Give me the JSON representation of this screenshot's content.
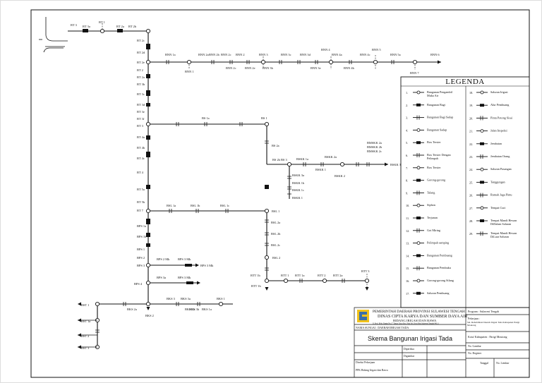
{
  "diagram": {
    "labels": {
      "bt": [
        "BT 3",
        "BT 3a",
        "BT 1",
        "BT 2a",
        "BT 2b",
        "BT 2c",
        "BT 2d",
        "BT 2e",
        "BT 2",
        "BT 2a",
        "BT 3b",
        "BT 3c",
        "BT 3d",
        "BT 3e",
        "BT 3f",
        "BT 3",
        "BT 4a",
        "BT 4b",
        "BT 4c",
        "BT 4",
        "BT 5a",
        "BT 5b",
        "BT 7"
      ],
      "bnn": [
        "BNN 1a",
        "BNN 2a",
        "BNN 2b",
        "BNN 2c",
        "BNN 1",
        "BNN 2",
        "BNN 2c",
        "BNN 2e",
        "BNN 3",
        "BNN 3b",
        "BNN 3c",
        "BNN 3d",
        "BNN 3e",
        "BNN 4",
        "BNN 4a",
        "BNN 4b",
        "BNN 4c",
        "BNN 5",
        "BNN 5a",
        "BNN 6",
        "BNN 7"
      ],
      "bs": [
        "BS 1a",
        "BS 1",
        "BS 2a",
        "BS 2b",
        "BS 3"
      ],
      "bskk": [
        "BSKK 1a",
        "BSKK 2a",
        "BSKK 1",
        "BSKK 2",
        "BSKK 3a",
        "BSKK 1b",
        "BSKK 1c",
        "BSKK 1"
      ],
      "bmskk": [
        "BMSKK 2a",
        "BMSKK 2b",
        "BMSKK 2c",
        "BSKK 3 Mk"
      ],
      "bsl": [
        "BSL 1a",
        "BSL 1b",
        "BSL 1c",
        "BSL 1",
        "BSL 2a",
        "BSL 2b",
        "BSL 2c",
        "BSL 2"
      ],
      "bps": [
        "BPS 1a",
        "BPS 1b",
        "BPS 1",
        "BPS 2",
        "BPS 2 Mk",
        "BPS 3 Mk",
        "BPS 3 Mk",
        "BPS 3",
        "BPS 3a",
        "BPS 4",
        "BPS 3 Mk"
      ],
      "btt": [
        "BTT 1b",
        "BTT 1",
        "BTT 1a",
        "BTT 2",
        "BTT 2a",
        "BTT 3",
        "BTT 1b"
      ],
      "bks": [
        "BKS 3",
        "BKS 3a",
        "BKS 3b",
        "BKS 2",
        "BKS 2a",
        "BKS 1",
        "BKS 1a",
        "BKS 1b"
      ],
      "bst": [
        "BST 1",
        "BST 1a",
        "BST 2",
        "BST 3"
      ]
    },
    "legend_title": "LEGENDA",
    "legend_left": [
      {
        "n": "1.",
        "t": "Bangunan Pengambil",
        "t2": "Muka Air"
      },
      {
        "n": "2.",
        "t": "Bangunan Bagi",
        "t2": ""
      },
      {
        "n": "3.",
        "t": "Bangunan Bagi Sadap",
        "t2": ""
      },
      {
        "n": "4.",
        "t": "Bangunan Sadap",
        "t2": ""
      },
      {
        "n": "5.",
        "t": "Box Tersier",
        "t2": ""
      },
      {
        "n": "6.",
        "t": "Box Tersier Dengan",
        "t2": "Pelimpah"
      },
      {
        "n": "7.",
        "t": "Box Tersier",
        "t2": ""
      },
      {
        "n": "8.",
        "t": "Gorong-gorong",
        "t2": ""
      },
      {
        "n": "9.",
        "t": "Talang",
        "t2": ""
      },
      {
        "n": "10.",
        "t": "Siphon",
        "t2": ""
      },
      {
        "n": "11.",
        "t": "Terjunan",
        "t2": ""
      },
      {
        "n": "12.",
        "t": "Got Miring",
        "t2": ""
      },
      {
        "n": "13.",
        "t": "Pelimpah samping",
        "t2": ""
      },
      {
        "n": "14.",
        "t": "Bangunan Pembuang",
        "t2": ""
      },
      {
        "n": "15.",
        "t": "Bangunan Pembuku",
        "t2": ""
      },
      {
        "n": "16.",
        "t": "Gorong-gorong Silang",
        "t2": ""
      },
      {
        "n": "17.",
        "t": "Saluran Pembuang",
        "t2": ""
      }
    ],
    "legend_right": [
      {
        "n": "18.",
        "t": "Saluran Irigasi",
        "t2": ""
      },
      {
        "n": "19.",
        "t": "Alur Pembuang",
        "t2": ""
      },
      {
        "n": "20.",
        "t": "Pintu Potong Sisai",
        "t2": ""
      },
      {
        "n": "21.",
        "t": "Jalan Inspeksi",
        "t2": ""
      },
      {
        "n": "22.",
        "t": "Jembatan",
        "t2": ""
      },
      {
        "n": "23.",
        "t": "Jembatan Orang",
        "t2": ""
      },
      {
        "n": "24.",
        "t": "Saluran Pasangan",
        "t2": ""
      },
      {
        "n": "25.",
        "t": "Tanggungan",
        "t2": ""
      },
      {
        "n": "26.",
        "t": "Rumah Jaga Pintu",
        "t2": ""
      },
      {
        "n": "27.",
        "t": "Tempat Cuci",
        "t2": ""
      },
      {
        "n": "28.",
        "t": "Tempat Mandi Hewan",
        "t2": "DiDalam Saluran"
      },
      {
        "n": "29.",
        "t": "Tempat Mandi Hewan",
        "t2": "DiLuar Saluran"
      }
    ],
    "title_block": {
      "agency1": "PEMERINTAH DAERAH PROVINSI SULAWESI TENGAH",
      "agency2": "DINAS CIPTA KARYA DAN SUMBER DAYA AIR",
      "agency3": "BIDANG IRIGASI DAN RAWA",
      "address": "Jl. Prof. Moh. Yamin No.17 Tatura Utara Kec. Palu Sel. Kota Palu Sulawesi Tengah 94111",
      "project_label": "Pekerjaan :",
      "project_value": "Sal. Rehabilitasi Daerah Irigasi Tada Kabupaten Parigi Moutong",
      "program_label": "Program : Sulawesi Tengah",
      "river": "NAMA SUNGAI : DAERAH IRIGASI TADA",
      "drawing_title": "Skema Bangunan Irigasi Tada",
      "approved": "Diperiksa",
      "checked": "Digambar",
      "kab": "Kota/ Kabupaten : Parigi Moutong",
      "no_gambar": "No. Gambar",
      "no_register": "No. Register",
      "tanggal": "Tanggal",
      "no_lembar": "No. Lembar",
      "dinas_note": "Direksi Pekerjaan",
      "ppk": "PPK Bidang Irigasi dan Rawa"
    }
  }
}
